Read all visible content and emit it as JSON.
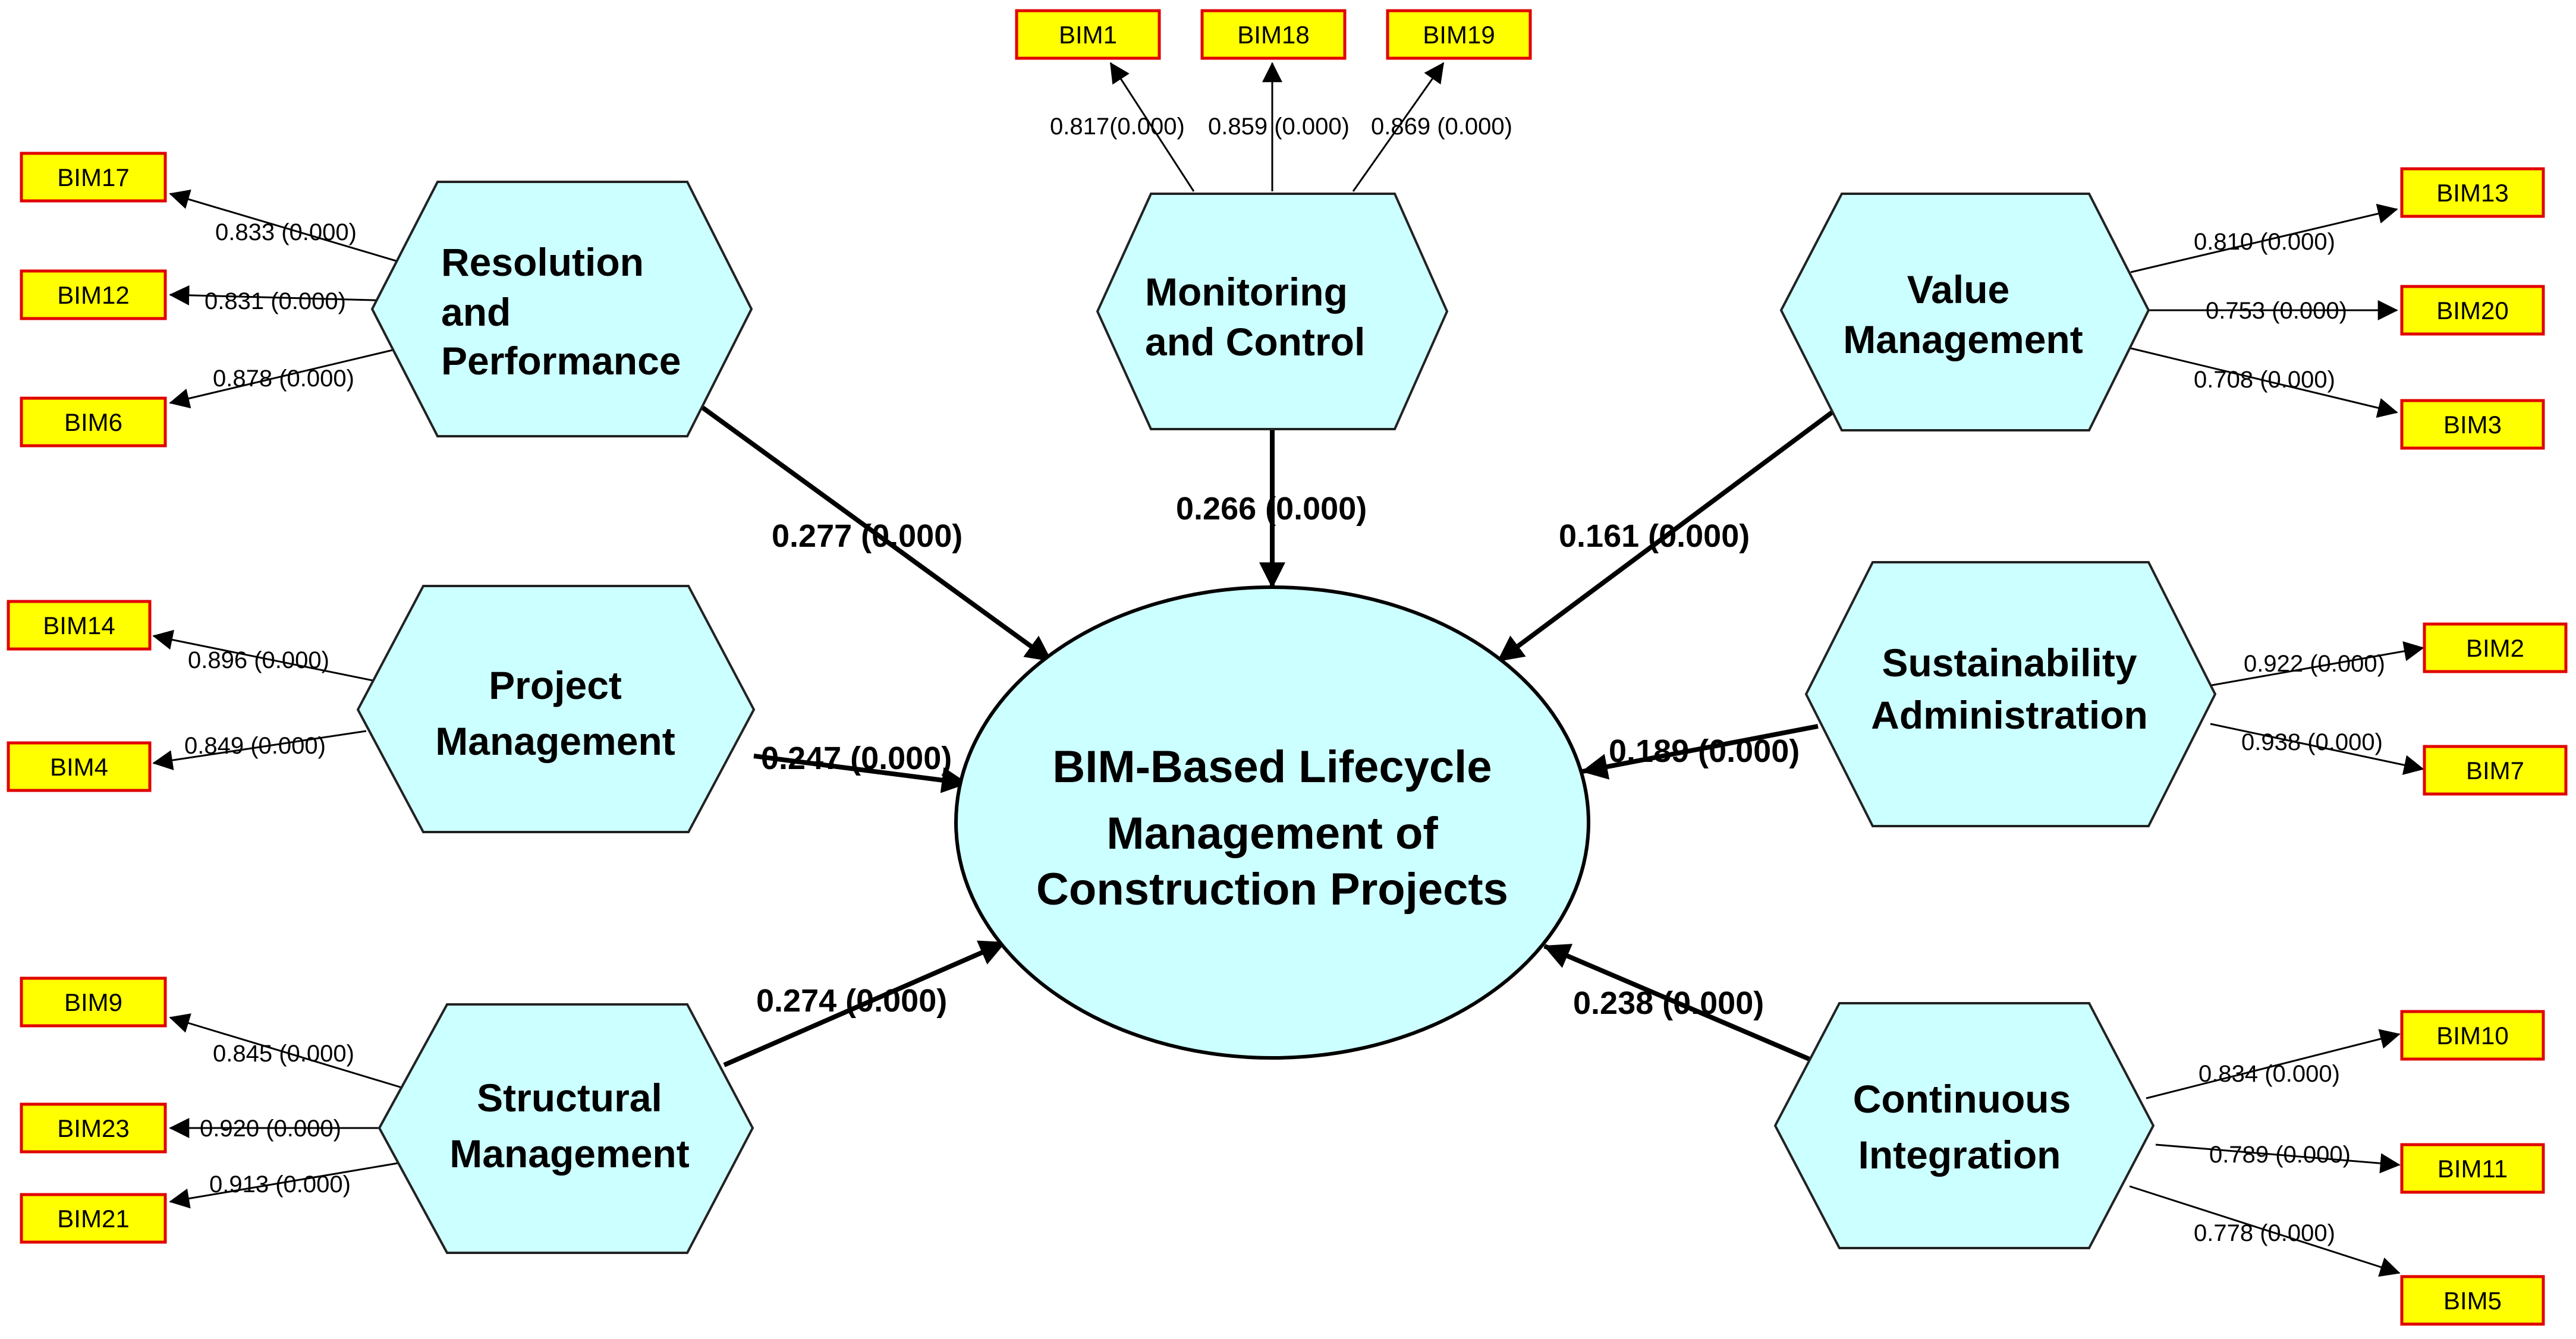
{
  "center": {
    "lines": [
      "BIM-Based Lifecycle",
      "Management of",
      "Construction Projects"
    ]
  },
  "constructs": [
    {
      "id": "resolution",
      "lines": [
        "Resolution",
        "and",
        "Performance"
      ],
      "path": "0.277 (0.000)",
      "indicators": [
        {
          "name": "BIM17",
          "loading": "0.833 (0.000)"
        },
        {
          "name": "BIM12",
          "loading": "0.831 (0.000)"
        },
        {
          "name": "BIM6",
          "loading": "0.878 (0.000)"
        }
      ]
    },
    {
      "id": "monitoring",
      "lines": [
        "Monitoring",
        "and Control"
      ],
      "path": "0.266 (0.000)",
      "indicators": [
        {
          "name": "BIM1",
          "loading": "0.817(0.000)"
        },
        {
          "name": "BIM18",
          "loading": "0.859 (0.000)"
        },
        {
          "name": "BIM19",
          "loading": "0.869 (0.000)"
        }
      ]
    },
    {
      "id": "value",
      "lines": [
        "Value",
        "Management"
      ],
      "path": "0.161 (0.000)",
      "indicators": [
        {
          "name": "BIM13",
          "loading": "0.810 (0.000)"
        },
        {
          "name": "BIM20",
          "loading": "0.753 (0.000)"
        },
        {
          "name": "BIM3",
          "loading": "0.708 (0.000)"
        }
      ]
    },
    {
      "id": "project",
      "lines": [
        "Project",
        "Management"
      ],
      "path": "0.247 (0.000)",
      "indicators": [
        {
          "name": "BIM14",
          "loading": "0.896 (0.000)"
        },
        {
          "name": "BIM4",
          "loading": "0.849 (0.000)"
        }
      ]
    },
    {
      "id": "sustainability",
      "lines": [
        "Sustainability",
        "Administration"
      ],
      "path": "0.189 (0.000)",
      "indicators": [
        {
          "name": "BIM2",
          "loading": "0.922 (0.000)"
        },
        {
          "name": "BIM7",
          "loading": "0.938 (0.000)"
        }
      ]
    },
    {
      "id": "structural",
      "lines": [
        "Structural",
        "Management"
      ],
      "path": "0.274 (0.000)",
      "indicators": [
        {
          "name": "BIM9",
          "loading": "0.845 (0.000)"
        },
        {
          "name": "BIM23",
          "loading": "0.920 (0.000)"
        },
        {
          "name": "BIM21",
          "loading": "0.913 (0.000)"
        }
      ]
    },
    {
      "id": "continuous",
      "lines": [
        "Continuous",
        "Integration"
      ],
      "path": "0.238 (0.000)",
      "indicators": [
        {
          "name": "BIM10",
          "loading": "0.834 (0.000)"
        },
        {
          "name": "BIM11",
          "loading": "0.789 (0.000)"
        },
        {
          "name": "BIM5",
          "loading": "0.778 (0.000)"
        }
      ]
    }
  ],
  "colors": {
    "construct_fill": "#ccffff",
    "indicator_fill": "#ffff00",
    "indicator_border": "#e00000"
  }
}
